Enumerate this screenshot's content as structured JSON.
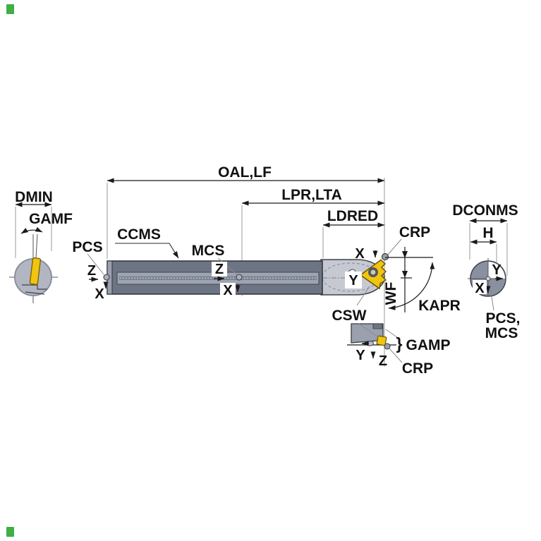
{
  "diagram": {
    "description": "Boring bar tool dimension drawing with end views and detail view",
    "labels": {
      "oal_lf": "OAL,LF",
      "lpr_lta": "LPR,LTA",
      "ldred": "LDRED",
      "dmin": "DMIN",
      "gamf": "GAMF",
      "pcs": "PCS",
      "ccms": "CCMS",
      "mcs": "MCS",
      "crp": "CRP",
      "wf": "WF",
      "kapr": "KAPR",
      "csw": "CSW",
      "gamp": "GAMP",
      "gamp_brace": "}",
      "dconms": "DCONMS",
      "h": "H",
      "pcs_mcs_line1": "PCS,",
      "pcs_mcs_line2": "MCS",
      "axis": {
        "x": "X",
        "y": "Y",
        "z": "Z"
      }
    },
    "colors": {
      "corner_mark_green": "#3faf46",
      "insert_yellow": "#f1c40f",
      "bar_gray": "#6d7585",
      "panel_gray": "#9da4b2",
      "head_gray": "#c6c9d1",
      "left_circle_gray": "#b2b6c3",
      "right_circle_gray": "#8a90a0",
      "detail_block_gray": "#9aa0ad",
      "dimension_line": "#1a1a1a",
      "extension_line": "#9a9a9a",
      "leader_line": "#8a8a8a"
    }
  }
}
